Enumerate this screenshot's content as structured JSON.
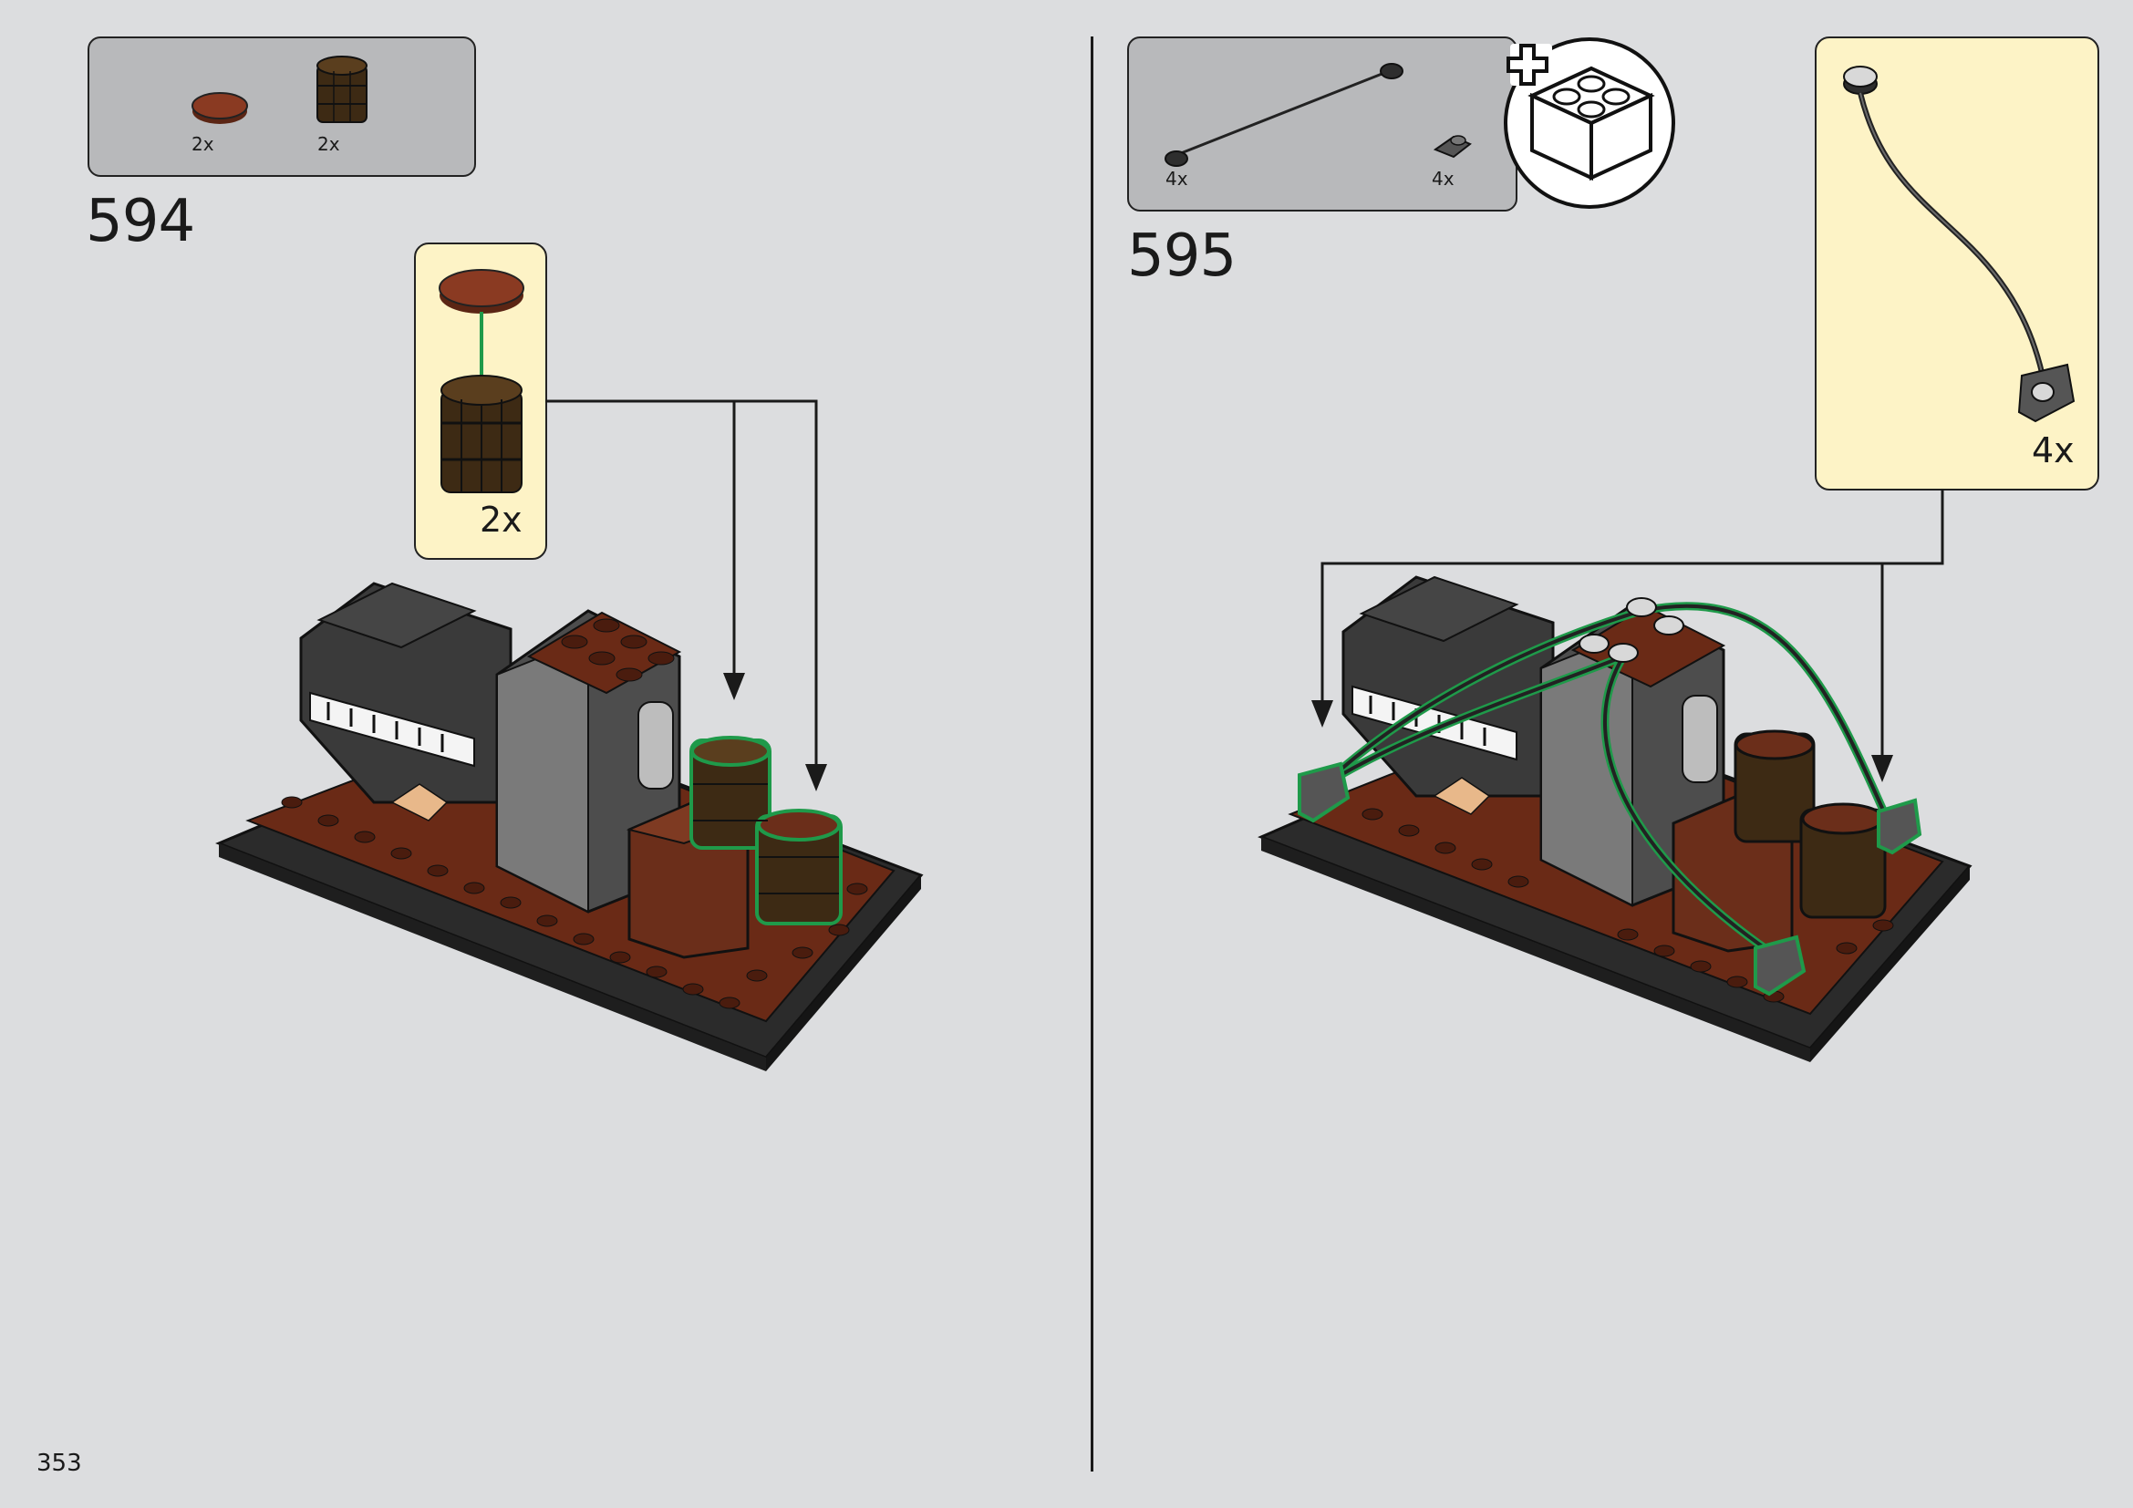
{
  "page": {
    "number": "353"
  },
  "left_step": {
    "number": "594",
    "parts": [
      {
        "name": "reddish-brown-round-tile",
        "qty": "2x"
      },
      {
        "name": "dark-brown-barrel",
        "qty": "2x"
      }
    ],
    "callout": {
      "qty": "2x"
    }
  },
  "right_step": {
    "number": "595",
    "parts": [
      {
        "name": "black-round-plate-with-cable",
        "qty": "4x"
      },
      {
        "name": "dark-gray-plate-with-clip",
        "qty": "4x"
      }
    ],
    "add_icon": "plus-brick-icon",
    "callout": {
      "qty": "4x"
    }
  },
  "colors": {
    "background": "#dcdddf",
    "parts_box": "#b8b9bb",
    "callout_box": "#fdf3c6",
    "highlight_green": "#1f9a4a",
    "brown": "#6b2e1a",
    "dark_gray": "#3a3a3a"
  }
}
